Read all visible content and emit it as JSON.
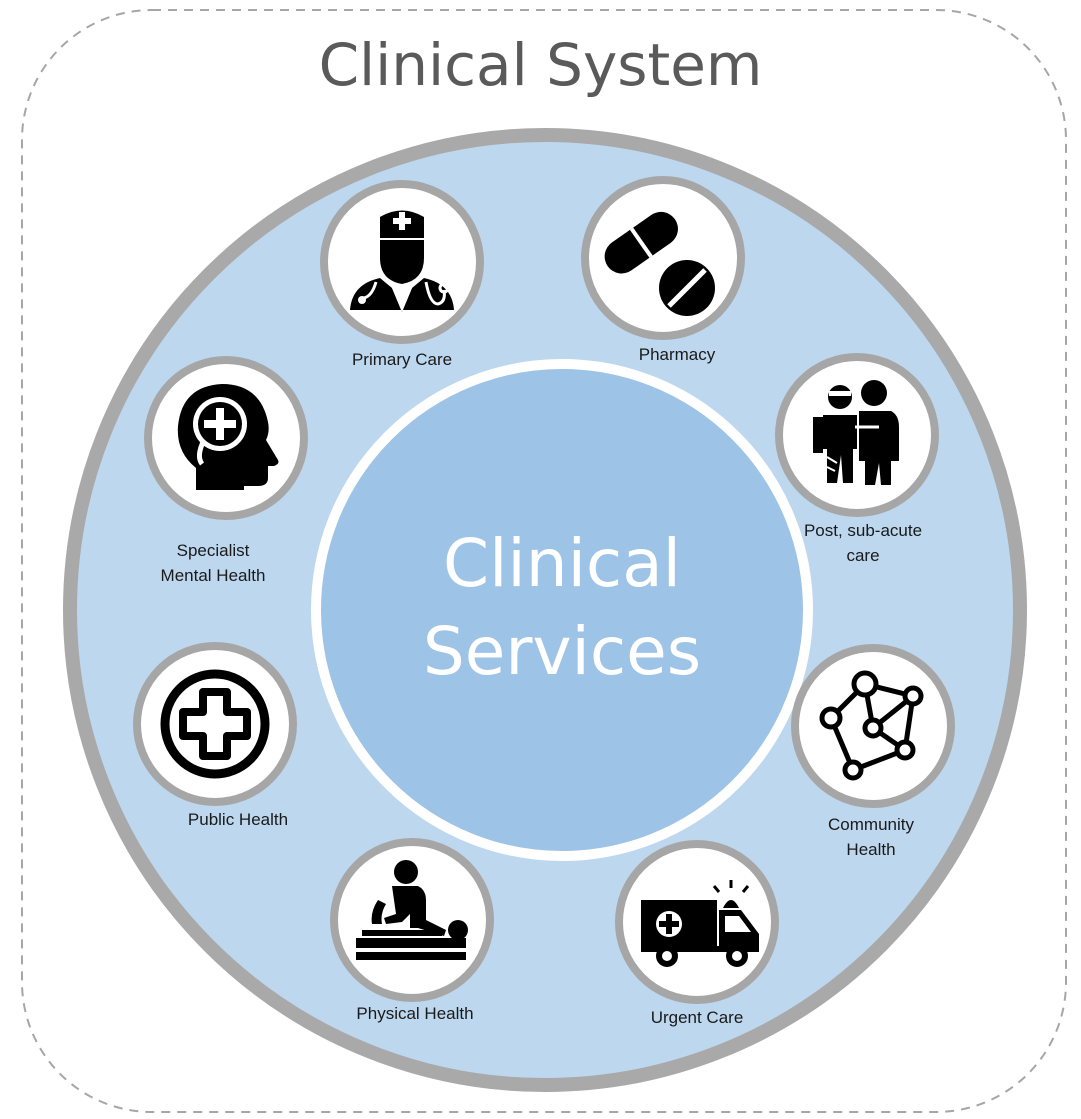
{
  "diagram": {
    "title": "Clinical System",
    "center": {
      "line1": "Clinical",
      "line2": "Services"
    },
    "services": [
      {
        "id": "primary-care",
        "line1": "Primary Care",
        "line2": "",
        "icon": "doctor-icon"
      },
      {
        "id": "pharmacy",
        "line1": "Pharmacy",
        "line2": "",
        "icon": "pills-icon"
      },
      {
        "id": "post-acute",
        "line1": "Post, sub-acute",
        "line2": "care",
        "icon": "injured-patient-icon"
      },
      {
        "id": "community-health",
        "line1": "Community",
        "line2": "Health",
        "icon": "network-icon"
      },
      {
        "id": "urgent-care",
        "line1": "Urgent Care",
        "line2": "",
        "icon": "ambulance-icon"
      },
      {
        "id": "physical-health",
        "line1": "Physical Health",
        "line2": "",
        "icon": "physiotherapy-icon"
      },
      {
        "id": "public-health",
        "line1": "Public Health",
        "line2": "",
        "icon": "medical-cross-icon"
      },
      {
        "id": "specialist-mental-health",
        "line1": "Specialist",
        "line2": "Mental Health",
        "icon": "mental-health-head-icon"
      }
    ],
    "colors": {
      "outer_ring": "#a9a9a9",
      "band_fill": "#bdd7ee",
      "center_fill": "#9dc3e6",
      "icon_ring": "#a6a6a6",
      "icon_fill": "#000000",
      "dashed_border": "#a6a6a6"
    }
  }
}
